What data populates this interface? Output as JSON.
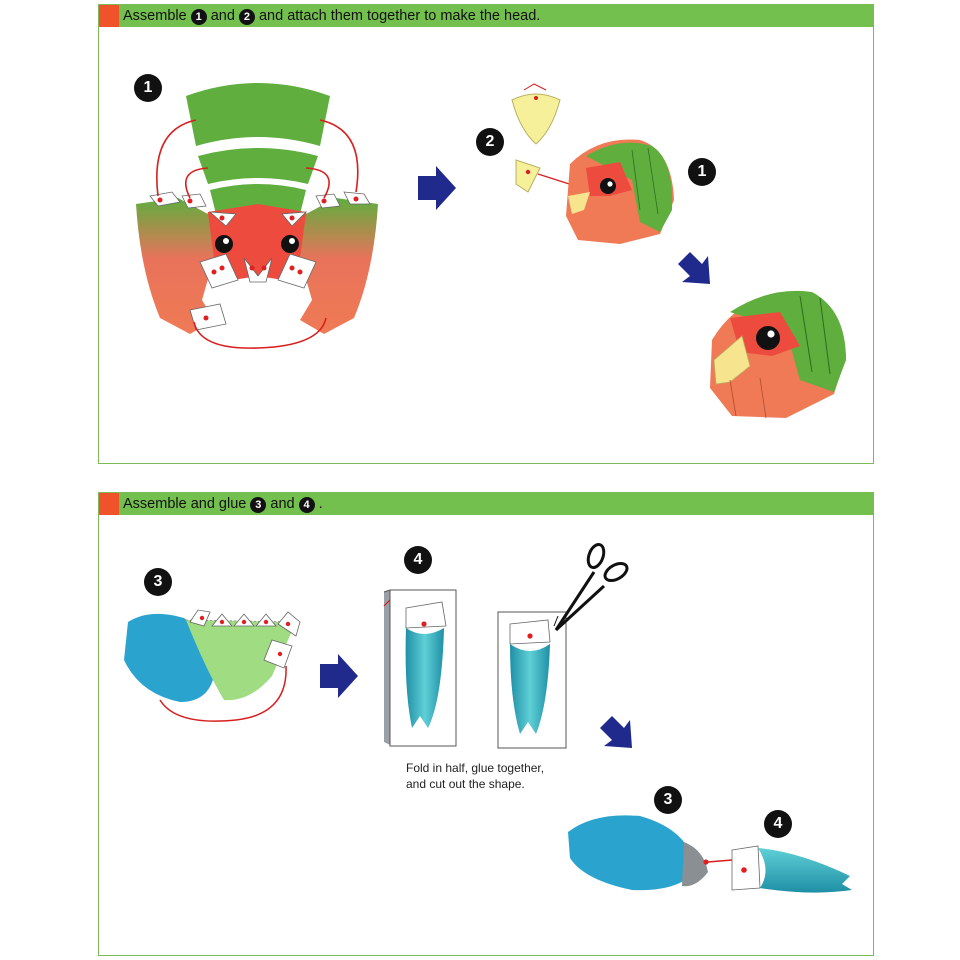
{
  "step1": {
    "parts": [
      "Assemble ",
      " and ",
      " and attach them together to make the head."
    ],
    "n1": "1",
    "n2": "2"
  },
  "step2": {
    "parts": [
      "Assemble and glue ",
      " and ",
      " ."
    ],
    "n3": "3",
    "n4": "4",
    "caption_line1": "Fold in half, glue together,",
    "caption_line2": "and cut out the shape."
  },
  "labels": {
    "one": "1",
    "two": "2",
    "three": "3",
    "four": "4"
  },
  "colors": {
    "bar_green": "#74c04f",
    "bar_red": "#f0522a",
    "leaf_green": "#5fae3e",
    "face_salmon": "#ef7a55",
    "face_red": "#ee4b3f",
    "beak_yellow": "#f6e58e",
    "tail_blue": "#2aa3cf",
    "body_green": "#9fdc82",
    "arrow_navy": "#1f2a8c",
    "glue_dot": "#e02020"
  }
}
